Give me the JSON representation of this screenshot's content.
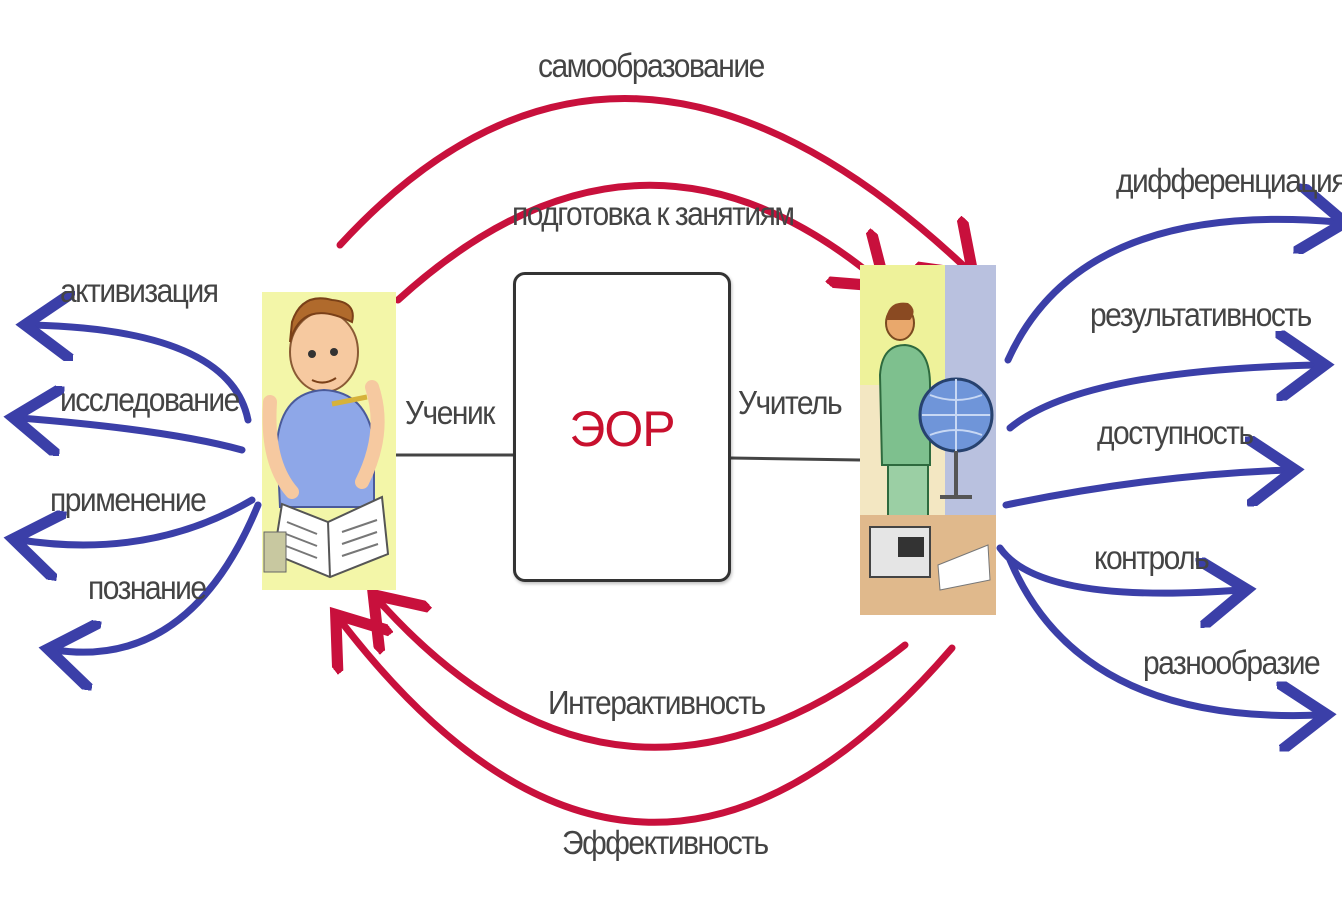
{
  "center": {
    "label": "ЭОР"
  },
  "roles": {
    "student": "Ученик",
    "teacher": "Учитель"
  },
  "top_arrows": [
    "самообразование",
    "подготовка к занятиям"
  ],
  "bottom_arrows": [
    "Интерактивность",
    "Эффективность"
  ],
  "student_outcomes": [
    "активизация",
    "исследование",
    "применение",
    "познание"
  ],
  "teacher_outcomes": [
    "дифференциация",
    "результативность",
    "доступность",
    "контроль",
    "разнообразие"
  ],
  "colors": {
    "red_arrow": "#c8103c",
    "blue_arrow": "#3b3fa8",
    "center_text": "#c8102e"
  },
  "icons": {
    "student": "student-reading-clipart-icon",
    "teacher": "teacher-with-globe-clipart-icon"
  }
}
